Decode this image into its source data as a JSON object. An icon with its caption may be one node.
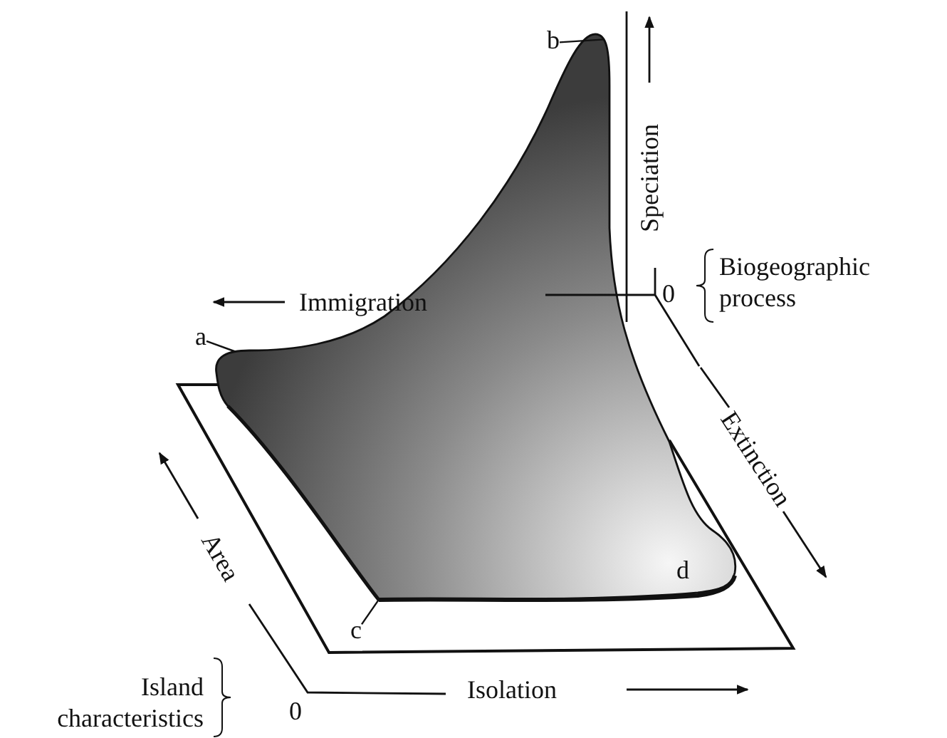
{
  "diagram": {
    "nodes": [
      {
        "text": [],
        "shape": "picture"
      },
      {
        "text": [
          "b"
        ]
      },
      {
        "text": [
          "a"
        ]
      },
      {
        "text": [
          "c"
        ]
      }
    ],
    "edges": [
      {
        "from": 1,
        "to": 0,
        "arrow": "none"
      },
      {
        "from": 2,
        "to": 0,
        "arrow": "none"
      },
      {
        "from": 3,
        "to": 0,
        "arrow": "none"
      }
    ],
    "labels": [
      "Speciation",
      "Biogeographic process",
      "0",
      "Immigration",
      "Extinction",
      "Area",
      "d",
      "Island characteristics",
      "0",
      "Isolation"
    ]
  }
}
